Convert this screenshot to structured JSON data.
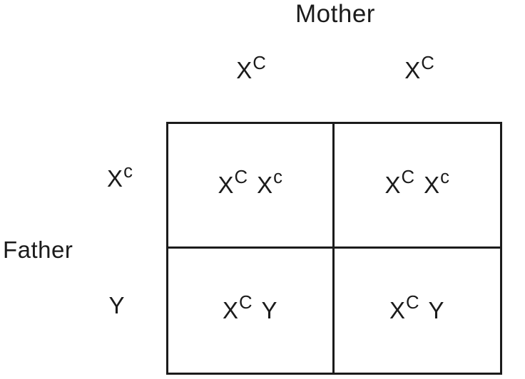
{
  "labels": {
    "mother": "Mother",
    "father": "Father"
  },
  "mother_alleles": [
    {
      "base": "X",
      "sup": "C"
    },
    {
      "base": "X",
      "sup": "C"
    }
  ],
  "father_alleles": [
    {
      "base": "X",
      "sup": "c"
    },
    {
      "base": "Y",
      "sup": ""
    }
  ],
  "cells": [
    {
      "alleles": [
        {
          "base": "X",
          "sup": "C"
        },
        {
          "base": "X",
          "sup": "c"
        }
      ]
    },
    {
      "alleles": [
        {
          "base": "X",
          "sup": "C"
        },
        {
          "base": "X",
          "sup": "c"
        }
      ]
    },
    {
      "alleles": [
        {
          "base": "X",
          "sup": "C"
        },
        {
          "base": "Y",
          "sup": ""
        }
      ]
    },
    {
      "alleles": [
        {
          "base": "X",
          "sup": "C"
        },
        {
          "base": "Y",
          "sup": ""
        }
      ]
    }
  ],
  "colors": {
    "ink": "#1b1b1b",
    "background": "#ffffff"
  }
}
